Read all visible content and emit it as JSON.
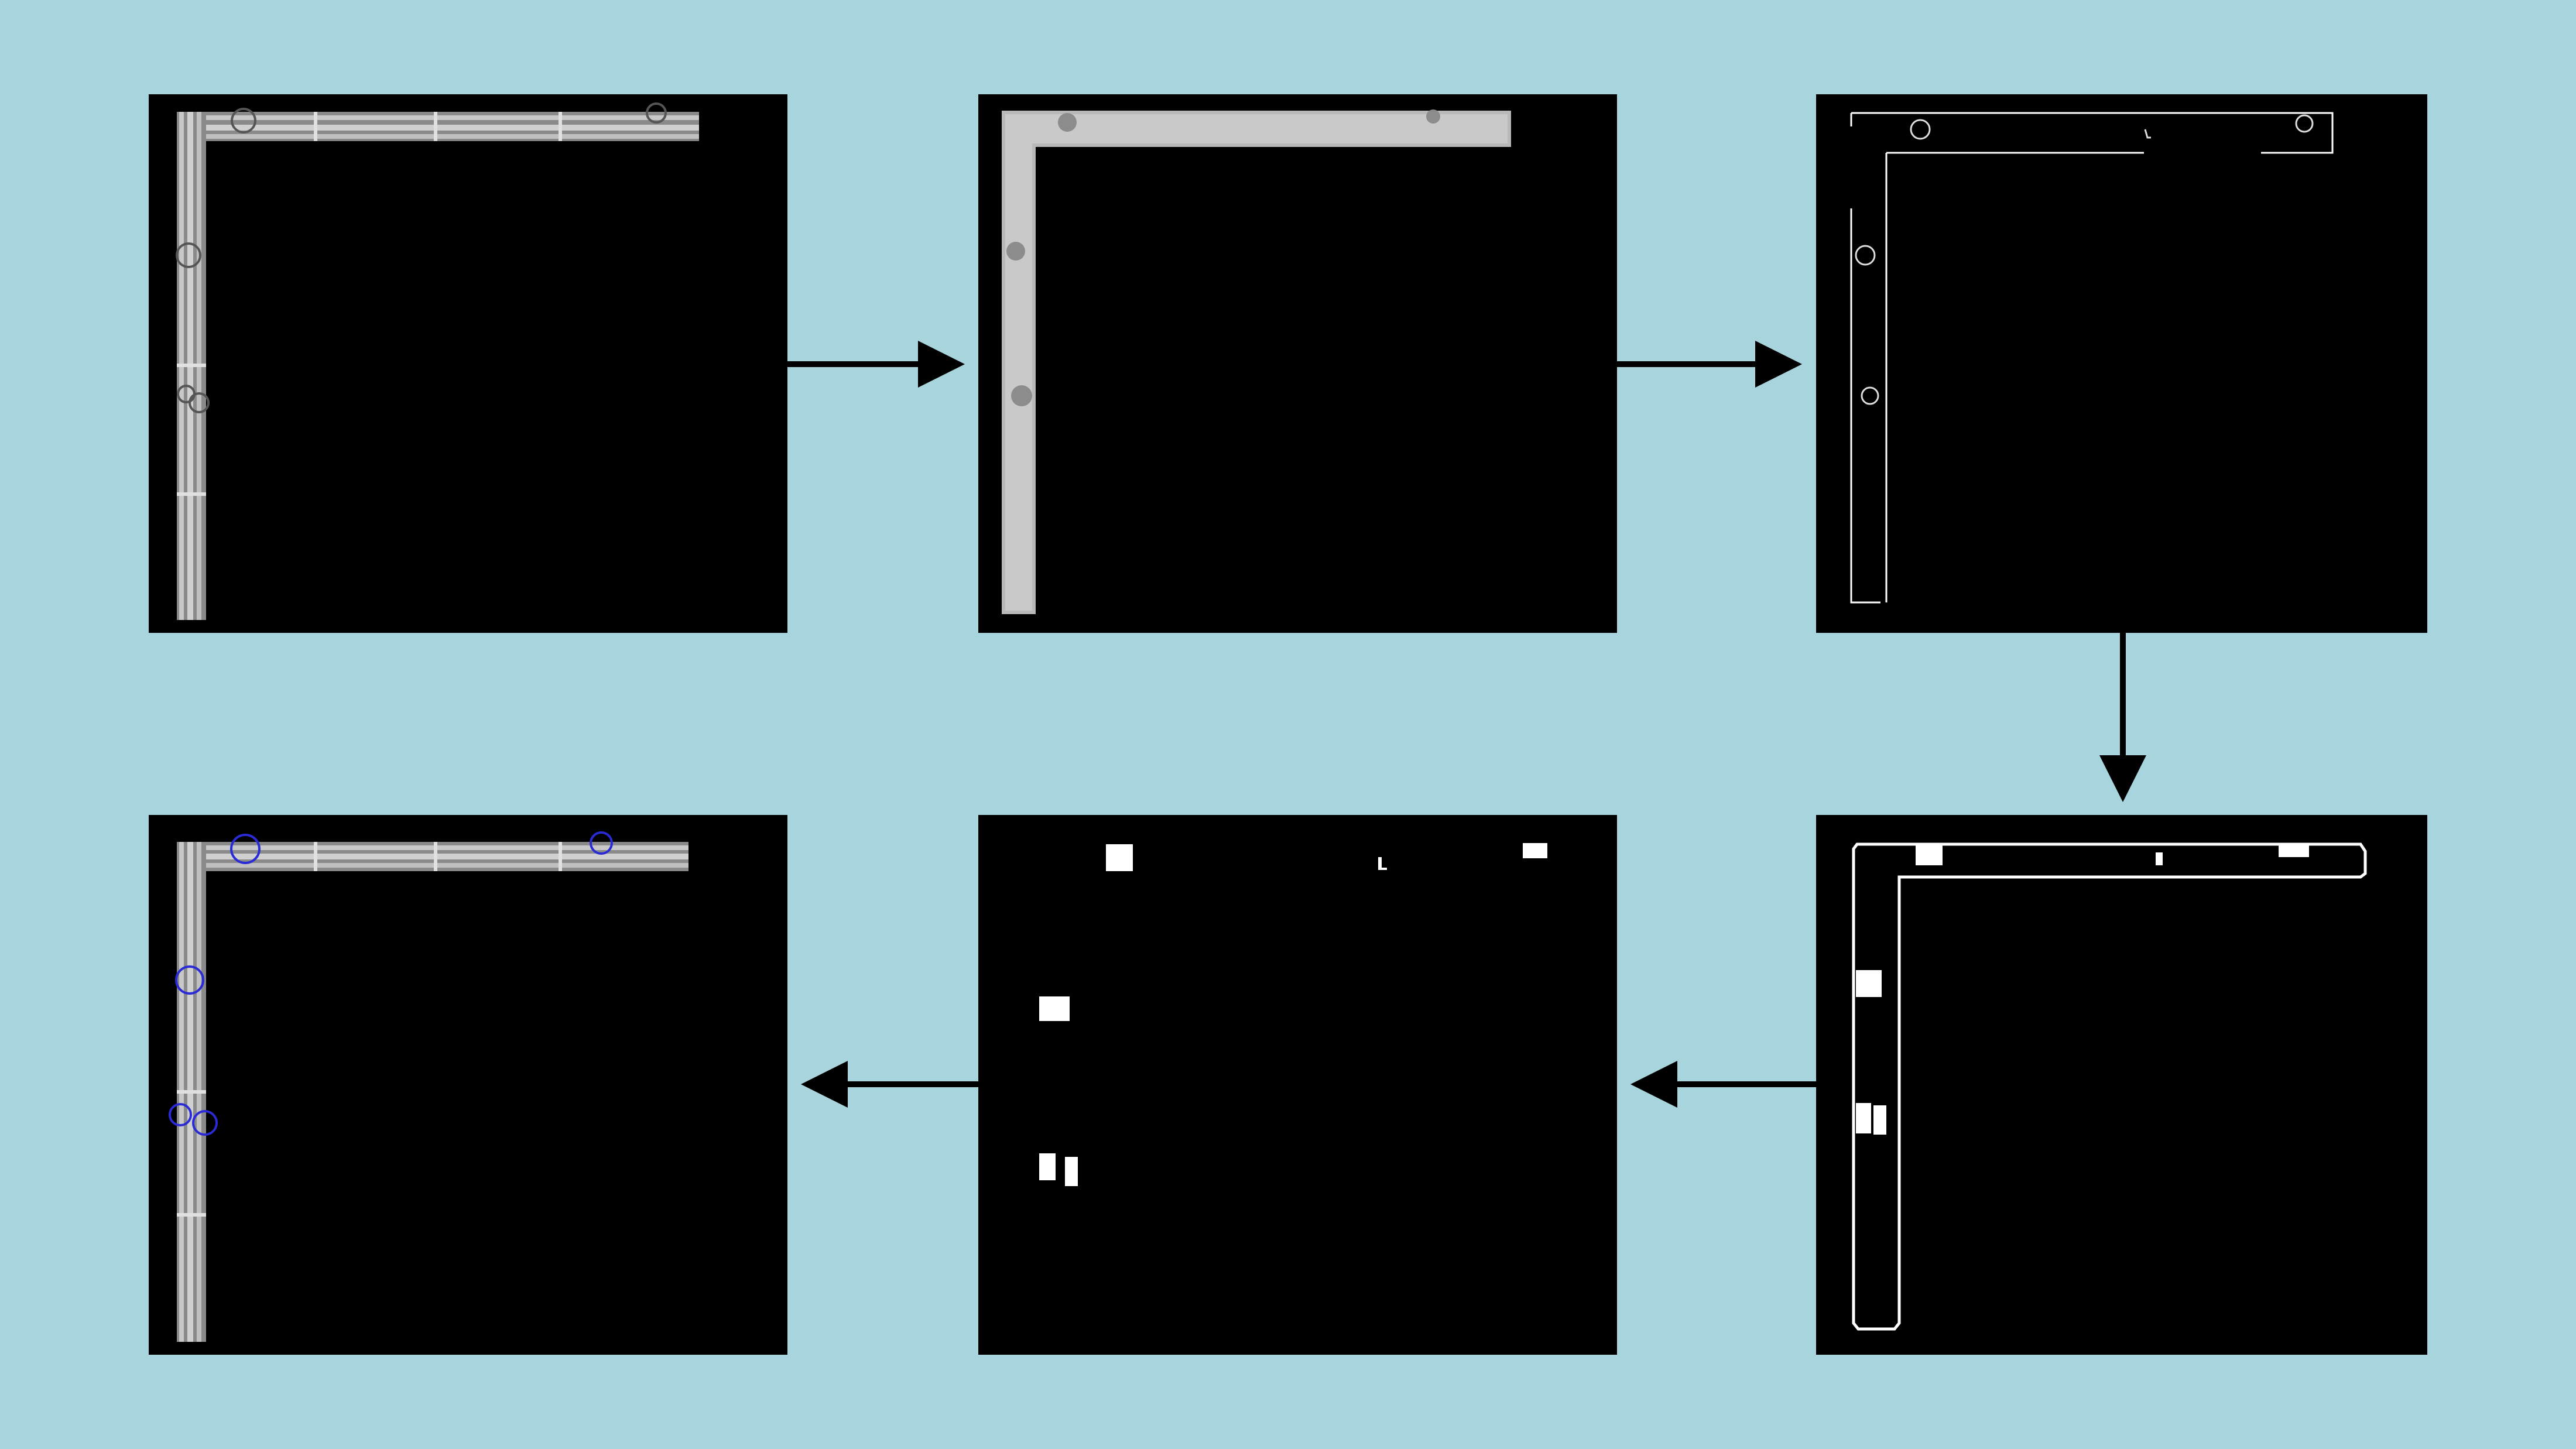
{
  "diagram": {
    "panels": [
      {
        "id": "p1",
        "content": "original-microscopy-image"
      },
      {
        "id": "p2",
        "content": "preprocessed-grayscale-image"
      },
      {
        "id": "p3",
        "content": "edge-detection-image"
      },
      {
        "id": "p4",
        "content": "filled-contour-mask"
      },
      {
        "id": "p5",
        "content": "isolated-defect-blobs"
      },
      {
        "id": "p6",
        "content": "detected-defects-overlay"
      }
    ],
    "flow": [
      "p1",
      "p2",
      "p3",
      "p4",
      "p5",
      "p6"
    ],
    "detections_count": 5,
    "colors": {
      "background": "#a8d5dd",
      "panel": "#000000",
      "arrow": "#000000",
      "detection_circle": "#2b2bd6",
      "channel_light": "#bdbdbd",
      "channel_dark": "#6e6e6e"
    }
  }
}
